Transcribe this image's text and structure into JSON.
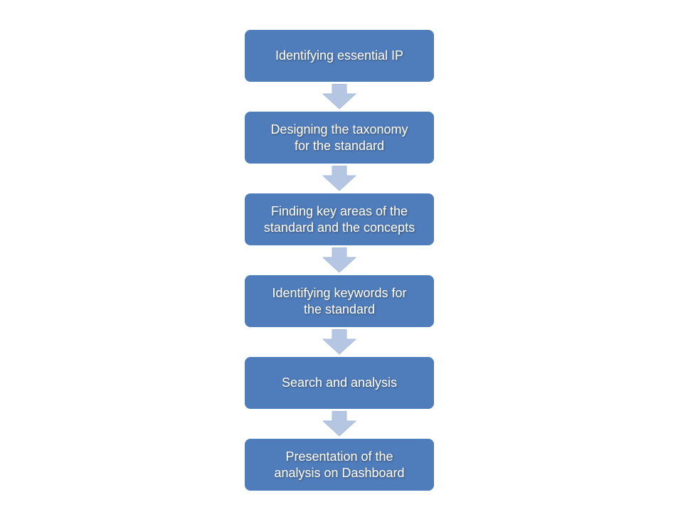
{
  "diagram": {
    "type": "vertical-process-flow",
    "steps": [
      {
        "label": "Identifying essential IP"
      },
      {
        "label": "Designing the taxonomy for the standard"
      },
      {
        "label": "Finding key areas of the standard and the concepts"
      },
      {
        "label": "Identifying keywords for the standard"
      },
      {
        "label": "Search and analysis"
      },
      {
        "label": "Presentation of the analysis on Dashboard"
      }
    ],
    "connector": "down-arrow"
  },
  "colors": {
    "box_fill": "#4f7cba",
    "box_text": "#ffffff",
    "arrow_fill": "#b5c6e2",
    "arrow_stroke": "#a9bcdc",
    "background": "#ffffff"
  }
}
